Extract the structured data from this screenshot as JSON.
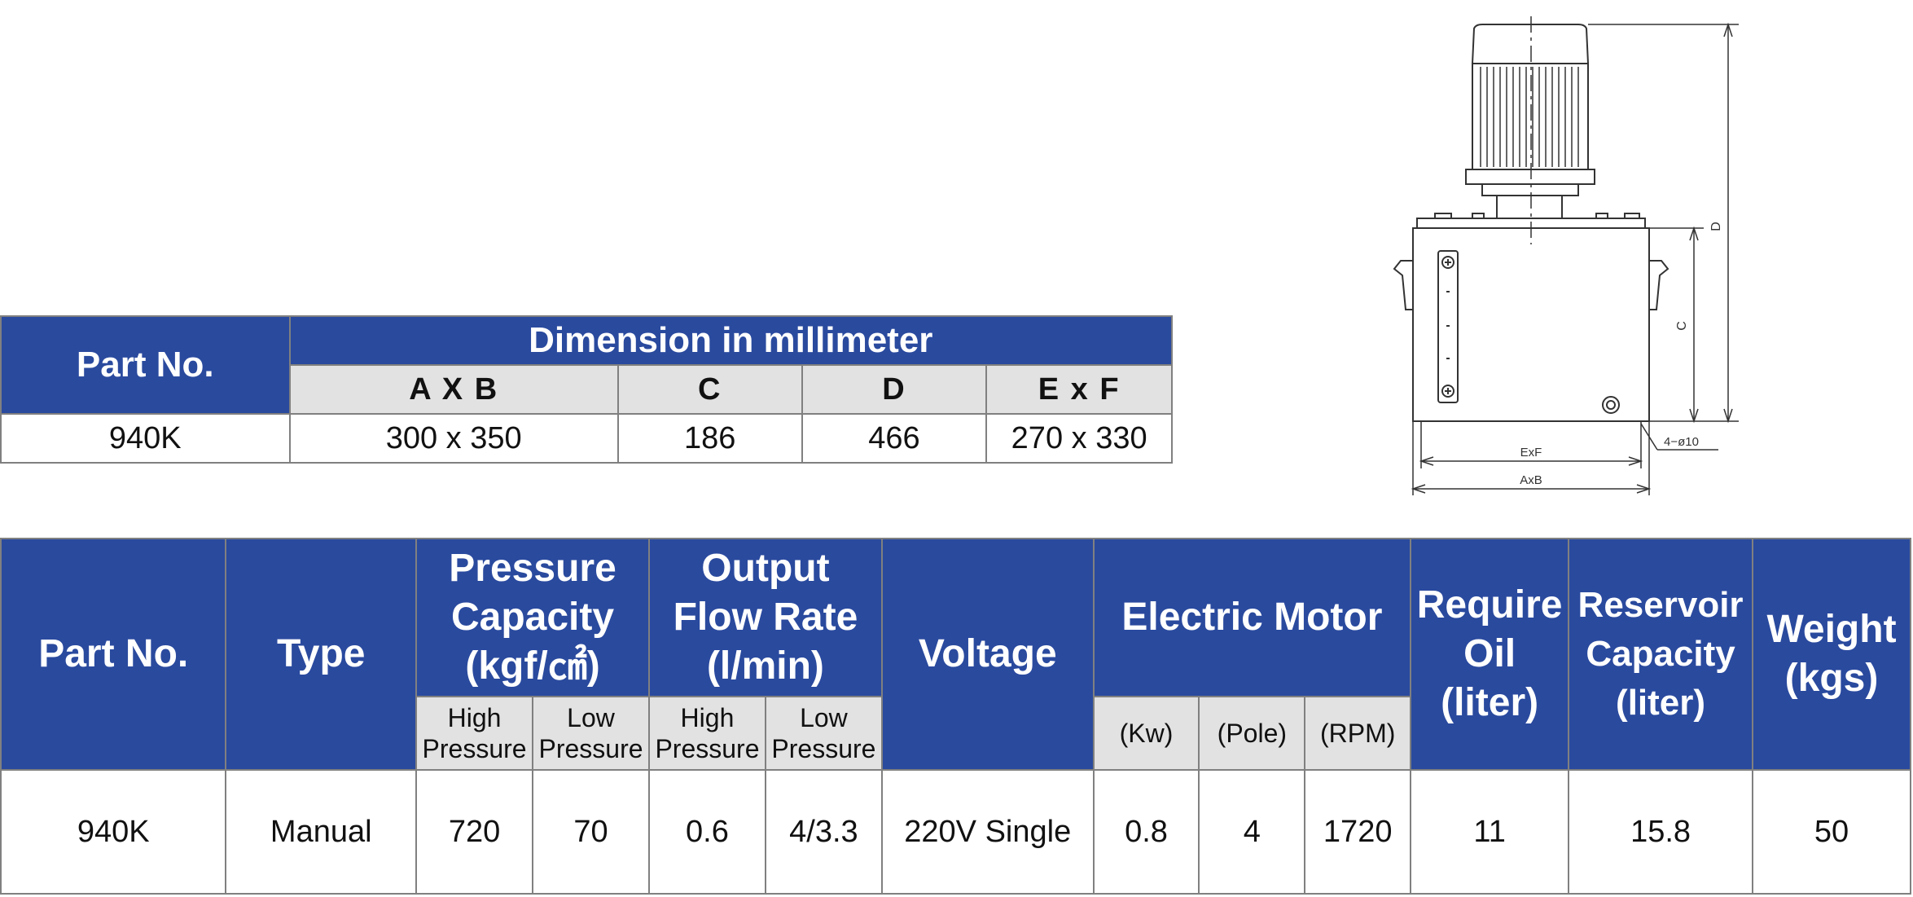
{
  "dimension_table": {
    "part_no_header": "Part No.",
    "group_header": "Dimension in millimeter",
    "columns": [
      "A X B",
      "C",
      "D",
      "E x F"
    ],
    "row": {
      "part_no": "940K",
      "values": [
        "300 x 350",
        "186",
        "466",
        "270 x 330"
      ]
    }
  },
  "spec_table": {
    "headers": {
      "part_no": "Part No.",
      "type": "Type",
      "pressure": [
        "Pressure",
        "Capacity",
        "(kgf/㎠)"
      ],
      "flow": [
        "Output",
        "Flow Rate",
        "(l/min)"
      ],
      "voltage": "Voltage",
      "motor": "Electric Motor",
      "require_oil": [
        "Require",
        "Oil",
        "(liter)"
      ],
      "reservoir": [
        "Reservoir",
        "Capacity",
        "(liter)"
      ],
      "weight": [
        "Weight",
        "(kgs)"
      ]
    },
    "subheaders": {
      "high_pressure": [
        "High",
        "Pressure"
      ],
      "low_pressure": [
        "Low",
        "Pressure"
      ],
      "kw": "(Kw)",
      "pole": "(Pole)",
      "rpm": "(RPM)"
    },
    "row": {
      "part_no": "940K",
      "type": "Manual",
      "pressure_high": "720",
      "pressure_low": "70",
      "flow_high": "0.6",
      "flow_low": "4/3.3",
      "voltage": "220V Single",
      "kw": "0.8",
      "pole": "4",
      "rpm": "1720",
      "require_oil": "11",
      "reservoir": "15.8",
      "weight": "50"
    }
  },
  "drawing": {
    "label_d": "D",
    "label_c": "C",
    "label_exf": "ExF",
    "label_axb": "AxB",
    "label_holes": "4−ø10"
  },
  "colors": {
    "header_blue": "#2a4a9e",
    "subheader_gray": "#e2e2e2",
    "border": "#808080"
  }
}
